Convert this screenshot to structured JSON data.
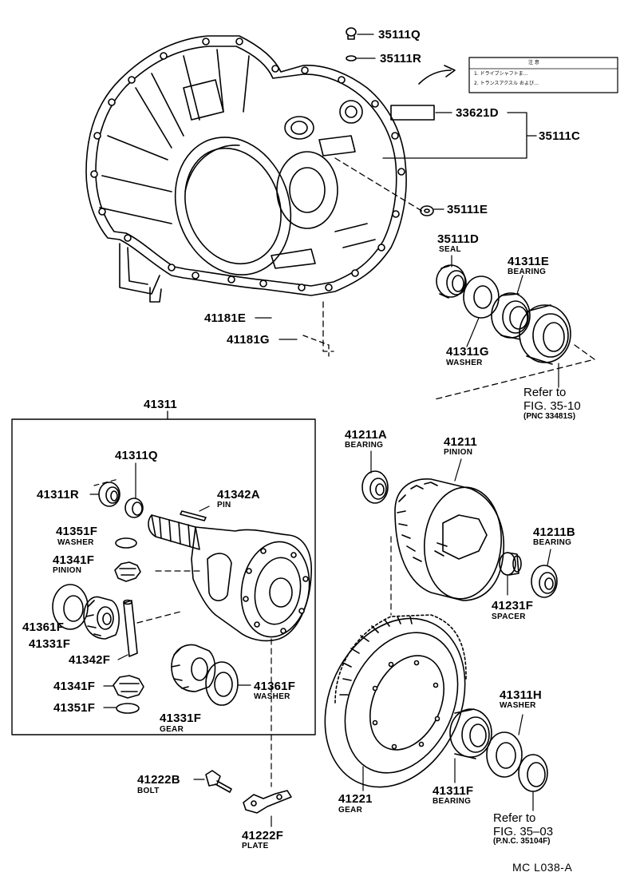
{
  "parts": {
    "p35111Q": "35111Q",
    "p35111R": "35111R",
    "p33621D": "33621D",
    "p35111C": "35111C",
    "p35111E": "35111E",
    "p35111D": "35111D",
    "p41311E": "41311E",
    "p41181E": "41181E",
    "p41181G": "41181G",
    "p41311G": "41311G",
    "p41311": "41311",
    "p41311Q": "41311Q",
    "p41311R": "41311R",
    "p41342A": "41342A",
    "p41351F_a": "41351F",
    "p41341F_a": "41341F",
    "p41361F_a": "41361F",
    "p41331F_a": "41331F",
    "p41342F": "41342F",
    "p41341F_b": "41341F",
    "p41351F_b": "41351F",
    "p41331F_b": "41331F",
    "p41361F_b": "41361F",
    "p41211A": "41211A",
    "p41211": "41211",
    "p41211B": "41211B",
    "p41231F": "41231F",
    "p41311H": "41311H",
    "p41221": "41221",
    "p41311F": "41311F",
    "p41222B": "41222B",
    "p41222F": "41222F"
  },
  "subs": {
    "seal": "SEAL",
    "bearing_e": "BEARING",
    "washer_g": "WASHER",
    "pin": "PIN",
    "washer_351": "WASHER",
    "pinion_341": "PINION",
    "washer_361": "WASHER",
    "gear_331": "GEAR",
    "bearing_211a": "BEARING",
    "pinion_211": "PINION",
    "bearing_211b": "BEARING",
    "spacer": "SPACER",
    "washer_h": "WASHER",
    "gear_221": "GEAR",
    "bearing_f": "BEARING",
    "bolt": "BOLT",
    "plate": "PLATE"
  },
  "refs": {
    "ref1_line1": "Refer to",
    "ref1_line2": "FIG. 35-10",
    "ref1_pnc": "(PNC 33481S)",
    "ref2_line1": "Refer to",
    "ref2_line2": "FIG. 35–03",
    "ref2_pnc": "(P.N.C. 35104F)"
  },
  "caution_label": {
    "title": "注  意",
    "line1": "1. ドライブシャフトま…",
    "line2": "2. トランスアクスル および…"
  },
  "footer_code": "MC   L038-A"
}
